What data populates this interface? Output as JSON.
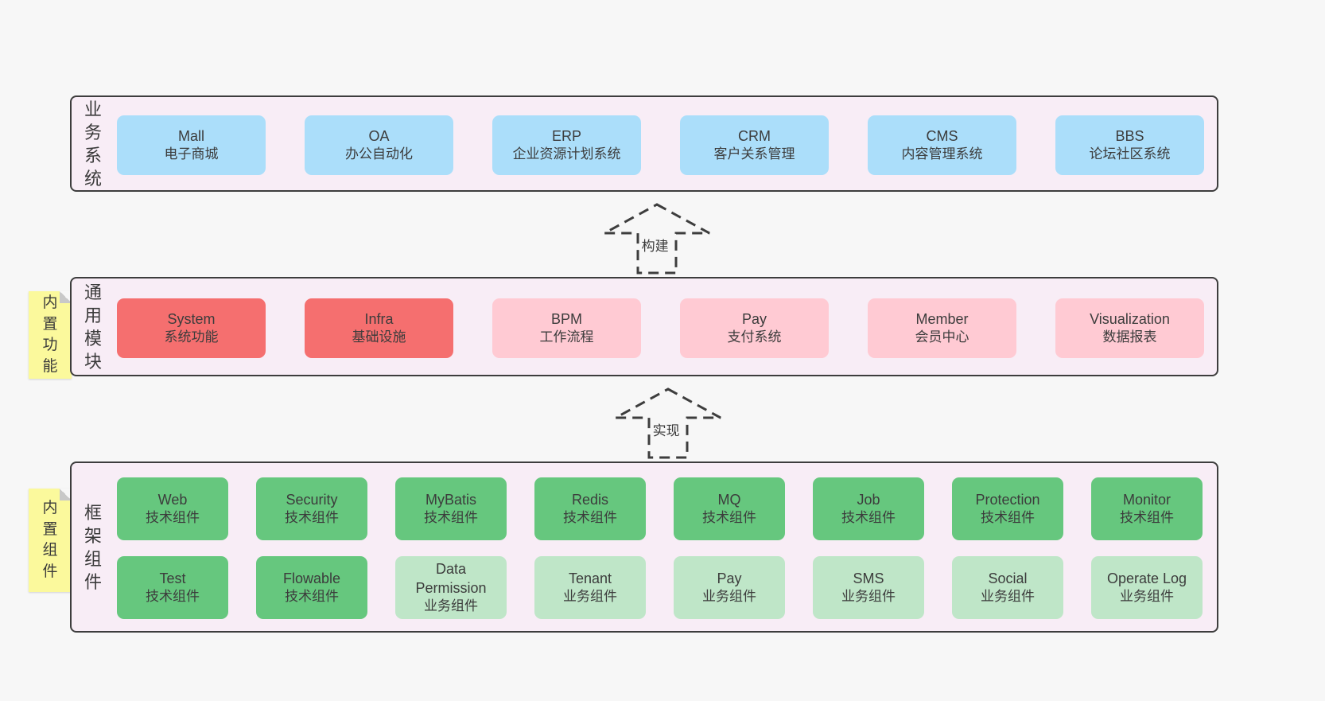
{
  "colors": {
    "page_background": "#f7f7f7",
    "panel_background": "#f8edf6",
    "panel_border": "#3d3d3d",
    "business_box": "#abdefa",
    "core_module_box": "#f56f6f",
    "optional_module_box": "#ffcad3",
    "tech_component_box": "#66c77e",
    "biz_component_box": "#bfe6c8",
    "sticky_note": "#fbf99c",
    "text": "#3c3c3c"
  },
  "arrows": [
    {
      "label": "构建"
    },
    {
      "label": "实现"
    }
  ],
  "sections": [
    {
      "label": "业务系统",
      "boxes": [
        {
          "title": "Mall",
          "subtitle": "电子商城"
        },
        {
          "title": "OA",
          "subtitle": "办公自动化"
        },
        {
          "title": "ERP",
          "subtitle": "企业资源计划系统"
        },
        {
          "title": "CRM",
          "subtitle": "客户关系管理"
        },
        {
          "title": "CMS",
          "subtitle": "内容管理系统"
        },
        {
          "title": "BBS",
          "subtitle": "论坛社区系统"
        }
      ]
    },
    {
      "label": "通用模块",
      "sticky": "内置功能",
      "boxes": [
        {
          "title": "System",
          "subtitle": "系统功能"
        },
        {
          "title": "Infra",
          "subtitle": "基础设施"
        },
        {
          "title": "BPM",
          "subtitle": "工作流程"
        },
        {
          "title": "Pay",
          "subtitle": "支付系统"
        },
        {
          "title": "Member",
          "subtitle": "会员中心"
        },
        {
          "title": "Visualization",
          "subtitle": "数据报表"
        }
      ]
    },
    {
      "label": "框架组件",
      "sticky": "内置组件",
      "rows": [
        [
          {
            "title": "Web",
            "subtitle": "技术组件"
          },
          {
            "title": "Security",
            "subtitle": "技术组件"
          },
          {
            "title": "MyBatis",
            "subtitle": "技术组件"
          },
          {
            "title": "Redis",
            "subtitle": "技术组件"
          },
          {
            "title": "MQ",
            "subtitle": "技术组件"
          },
          {
            "title": "Job",
            "subtitle": "技术组件"
          },
          {
            "title": "Protection",
            "subtitle": "技术组件"
          },
          {
            "title": "Monitor",
            "subtitle": "技术组件"
          }
        ],
        [
          {
            "title": "Test",
            "subtitle": "技术组件"
          },
          {
            "title": "Flowable",
            "subtitle": "技术组件"
          },
          {
            "title": "Data Permission",
            "subtitle": "业务组件"
          },
          {
            "title": "Tenant",
            "subtitle": "业务组件"
          },
          {
            "title": "Pay",
            "subtitle": "业务组件"
          },
          {
            "title": "SMS",
            "subtitle": "业务组件"
          },
          {
            "title": "Social",
            "subtitle": "业务组件"
          },
          {
            "title": "Operate Log",
            "subtitle": "业务组件"
          }
        ]
      ]
    }
  ]
}
